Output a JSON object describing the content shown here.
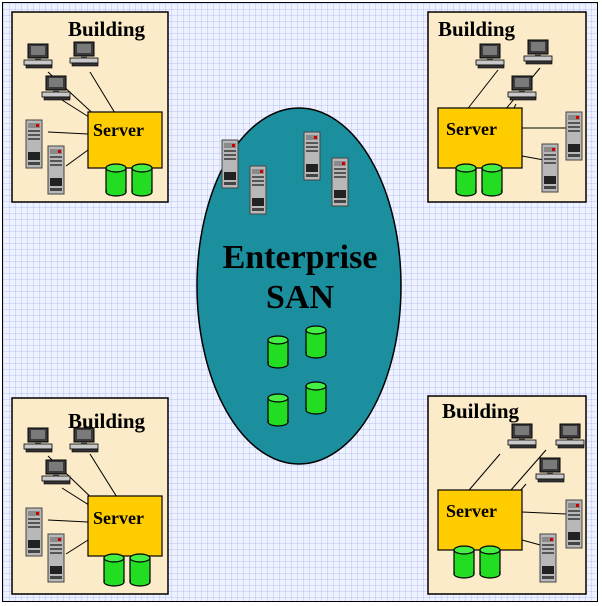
{
  "diagram": {
    "buildings": [
      {
        "title": "Building",
        "server_label": "Server"
      },
      {
        "title": "Building",
        "server_label": "Server"
      },
      {
        "title": "Building",
        "server_label": "Server"
      },
      {
        "title": "Building",
        "server_label": "Server"
      }
    ],
    "san": {
      "line1": "Enterprise",
      "line2": "SAN"
    },
    "colors": {
      "building_fill": "#fbebc8",
      "server_fill": "#ffcc00",
      "san_fill": "#1b8f9d",
      "disk_fill": "#22dd22",
      "server_rack": "#b8b8b8",
      "frame_bg": "#eef2ff"
    }
  }
}
